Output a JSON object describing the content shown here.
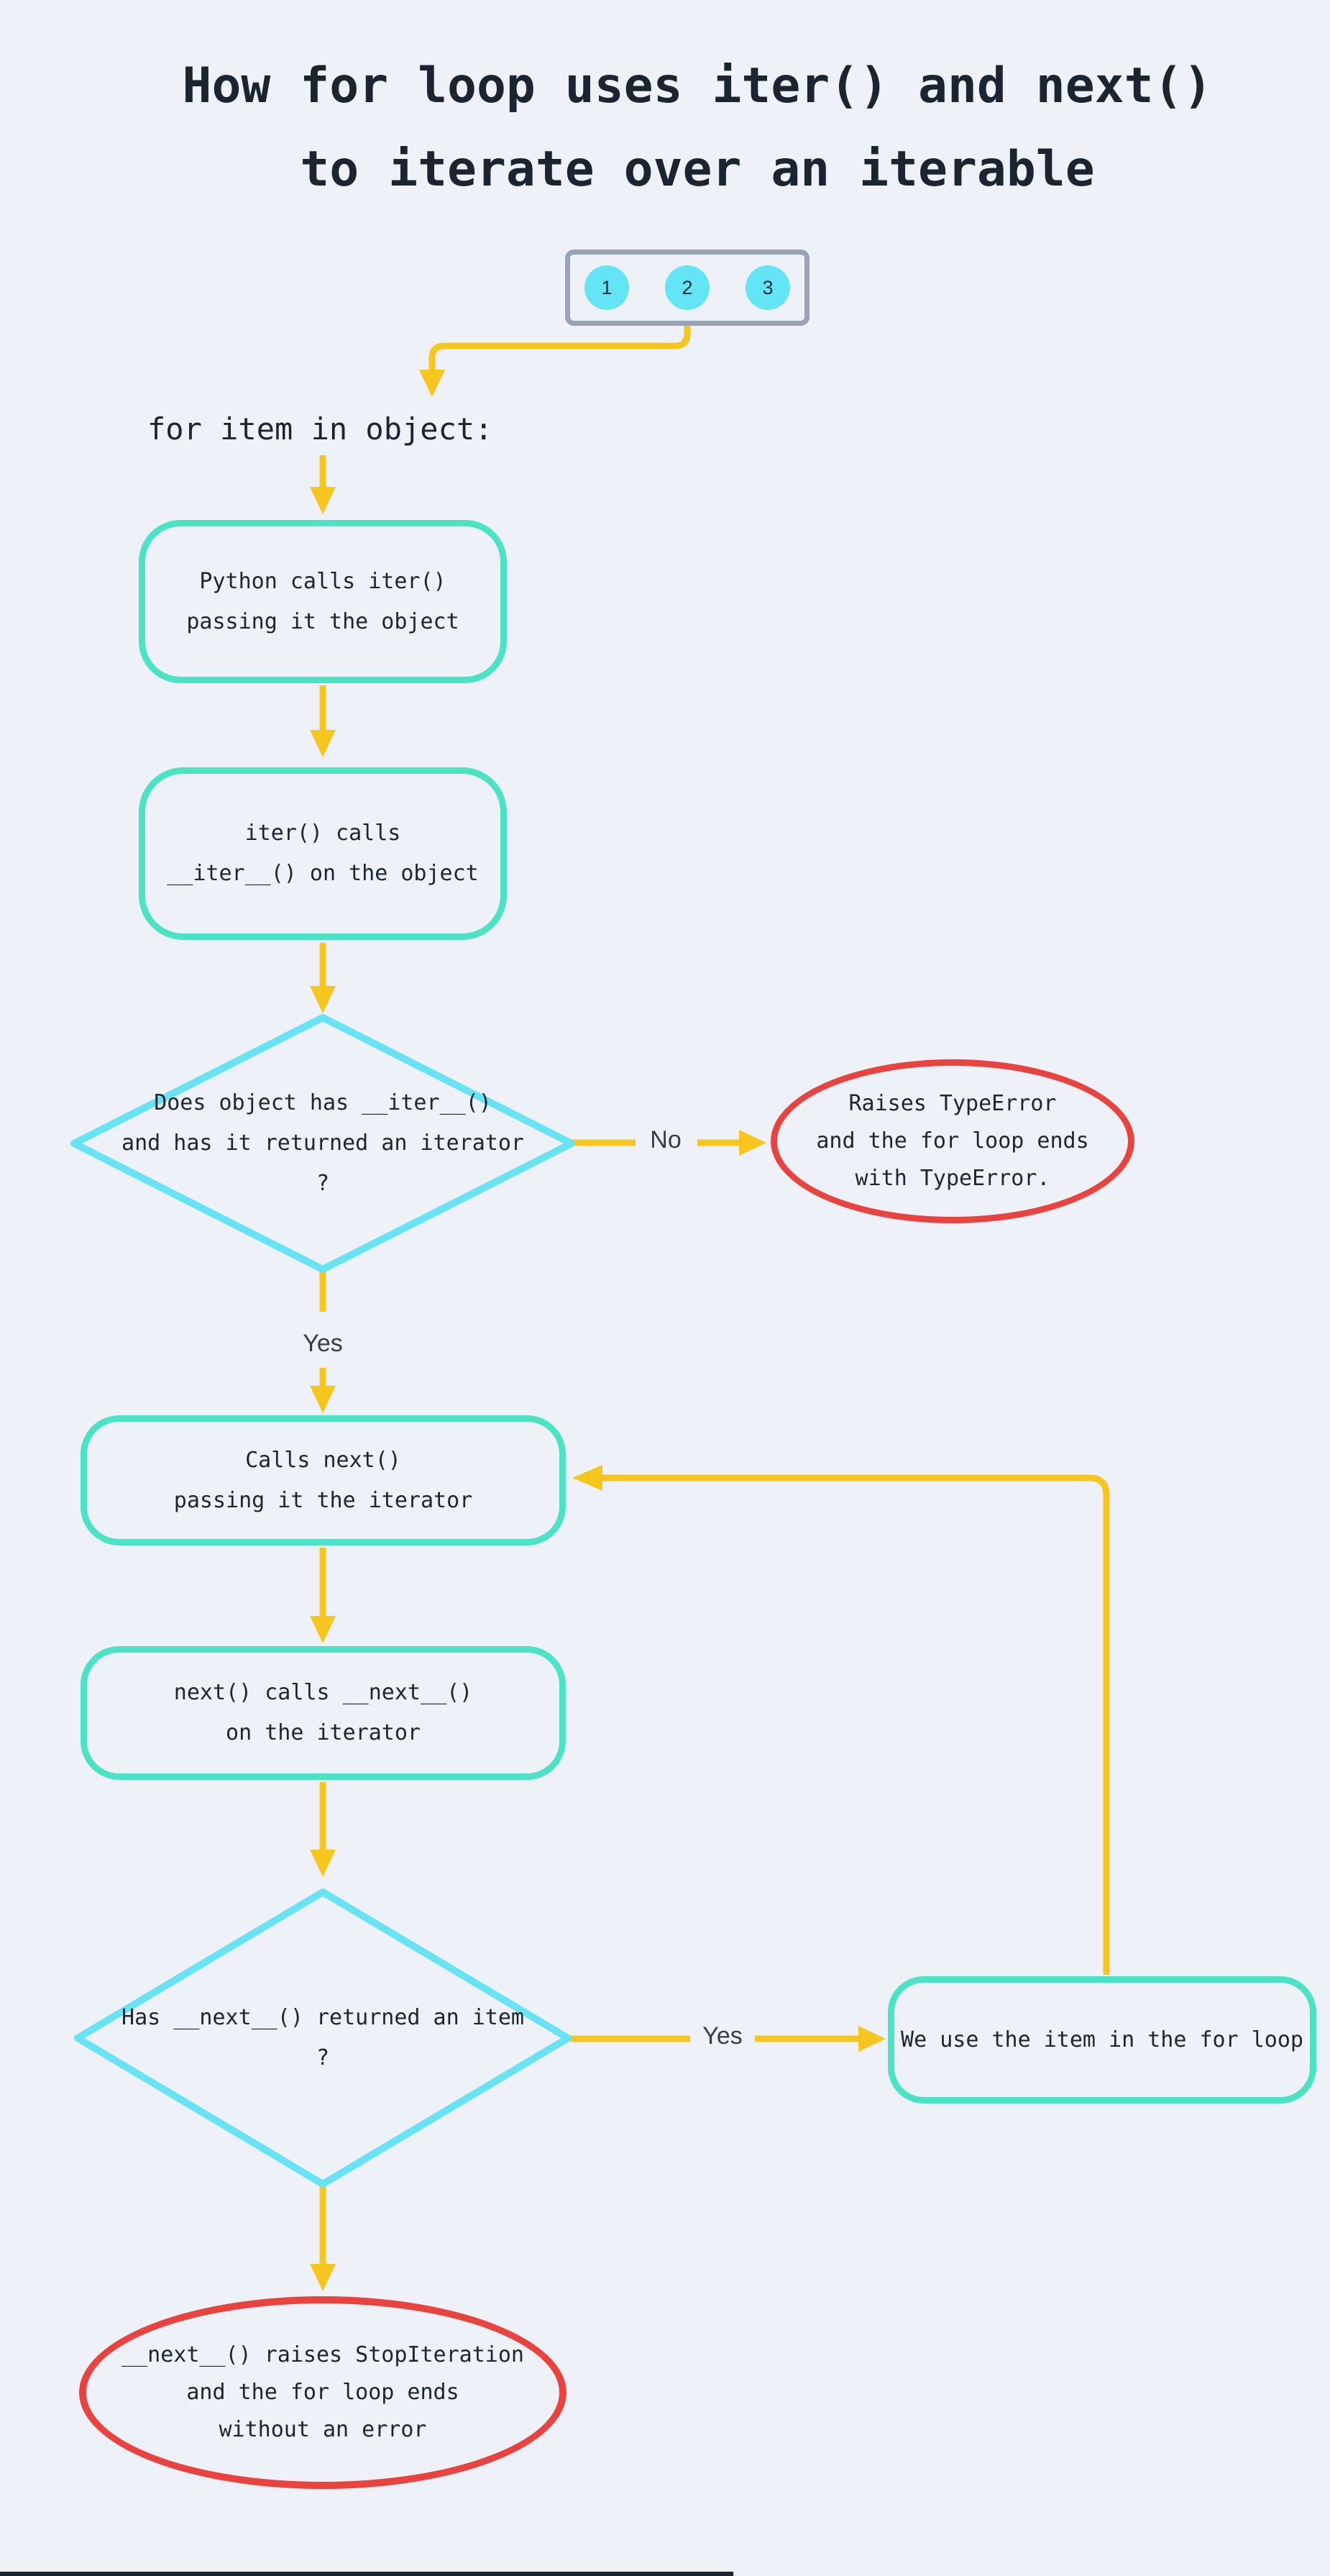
{
  "title": {
    "line1": "How for loop uses iter() and next()",
    "line2": "to iterate over an iterable"
  },
  "sequence": {
    "items": [
      "1",
      "2",
      "3"
    ]
  },
  "code_label": "for item in object:",
  "nodes": {
    "step_iter_call": {
      "line1": "Python calls iter()",
      "line2": "passing it the object"
    },
    "step_dunder_iter": {
      "line1": "iter() calls",
      "line2": "__iter__() on the object"
    },
    "decision_iter": {
      "line1": "Does object has __iter__()",
      "line2": "and has it returned an iterator",
      "line3": "?"
    },
    "error_typeerror": {
      "line1": "Raises TypeError",
      "line2": "and the for loop ends",
      "line3": "with TypeError."
    },
    "step_next_call": {
      "line1": "Calls next()",
      "line2": "passing it the iterator"
    },
    "step_dunder_next": {
      "line1": "next() calls __next__()",
      "line2": "on the iterator"
    },
    "decision_next": {
      "line1": "Has __next__() returned an item",
      "line2": "?"
    },
    "step_use_item": {
      "line1": "We use the item in the for loop"
    },
    "error_stopiteration": {
      "line1": "__next__() raises StopIteration",
      "line2": "and the for loop ends",
      "line3": "without an error"
    }
  },
  "edge_labels": {
    "no": "No",
    "yes_iterator": "Yes",
    "yes_item": "Yes"
  },
  "colors": {
    "background": "#eef1f7",
    "ink": "#1b2431",
    "arrow_yellow": "#f6c51e",
    "process_teal": "#4ce3c4",
    "decision_cyan": "#67e3f3",
    "error_red": "#e8433e",
    "sequence_border_gray": "#98a4b6",
    "sequence_circle_cyan": "#63e5f5"
  }
}
